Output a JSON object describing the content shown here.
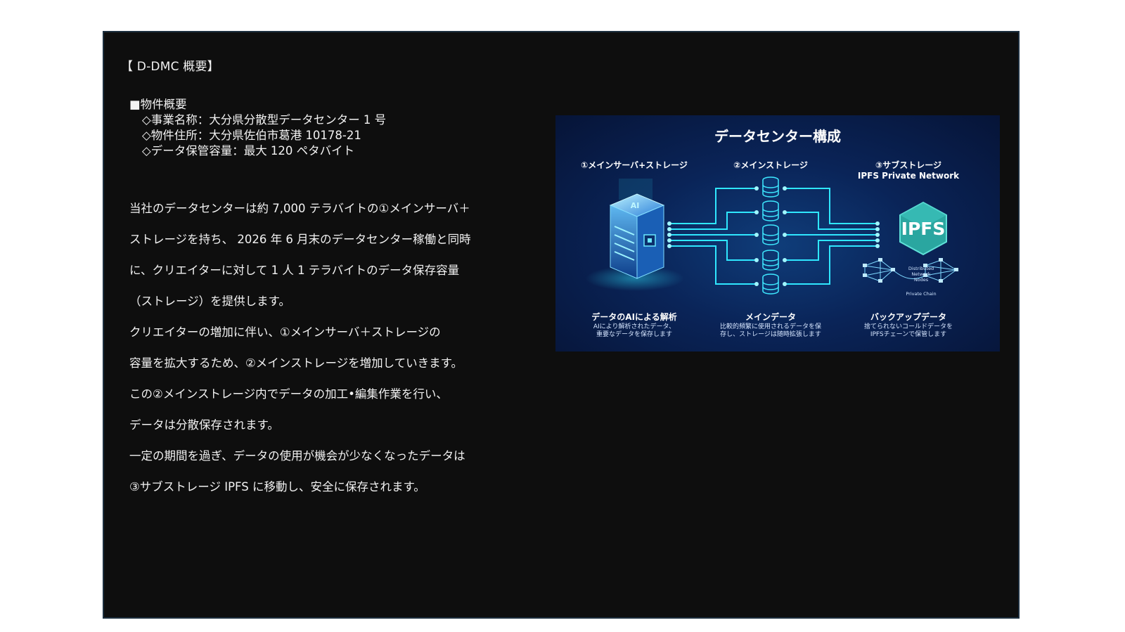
{
  "heading": "【 D-DMC 概要】",
  "overview": {
    "title": "■物件概要",
    "items": [
      "◇事業名称：大分県分散型データセンター 1 号",
      "◇物件住所：大分県佐伯市葛港 10178-21",
      "◇データ保管容量：最大 120 ペタバイト"
    ]
  },
  "body_lines": [
    "当社のデータセンターは約 7,000 テラバイトの①メインサーバ＋",
    "ストレージを持ち、 2026 年 6 月末のデータセンター稼働と同時",
    "に、クリエイターに対して 1 人 1 テラバイトのデータ保存容量",
    "（ストレージ）を提供します。",
    "クリエイターの増加に伴い、①メインサーバ＋ストレージの",
    "容量を拡大するため、②メインストレージを増加していきます。",
    "この②メインストレージ内でデータの加工•編集作業を行い、",
    "データは分散保存されます。",
    "一定の期間を過ぎ、データの使用が機会が少なくなったデータは",
    "③サブストレージ IPFS に移動し、安全に保存されます。"
  ],
  "diagram": {
    "title": "データセンター構成",
    "columns": [
      {
        "label": "①メインサーバ+ストレージ",
        "label2": "",
        "foot_title": "データのAIによる解析",
        "foot_desc": "AIにより解析されたデータ、\n重要なデータを保存します"
      },
      {
        "label": "②メインストレージ",
        "label2": "",
        "foot_title": "メインデータ",
        "foot_desc": "比較的頻繁に使用されるデータを保\n存し、ストレージは随時拡張します"
      },
      {
        "label": "③サブストレージ",
        "label2": "IPFS Private Network",
        "foot_title": "バックアップデータ",
        "foot_desc": "捨てられないコールドデータを\nIPFSチェーンで保管します"
      }
    ],
    "ai_badge": "AI",
    "ipfs_label": "IPFS",
    "network_label": "Distributed\nNetwork\nNodes",
    "chain_label": "Private Chain",
    "colors": {
      "glow": "#27e3ff",
      "bg": "#0a2458",
      "hex": "#2aa6a0"
    }
  }
}
